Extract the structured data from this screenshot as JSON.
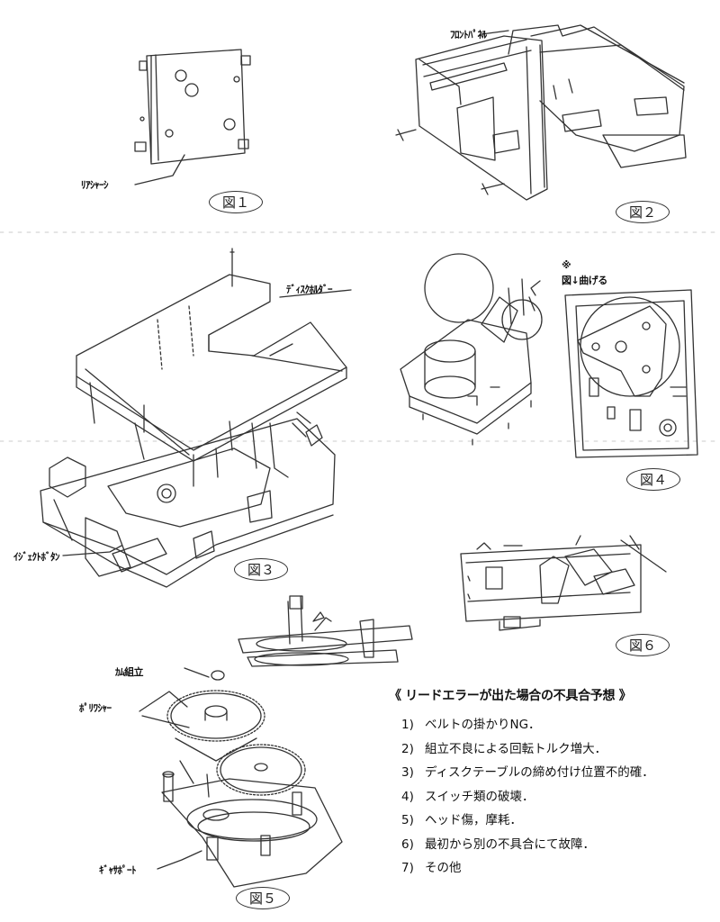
{
  "labels": {
    "rear_chassis": "ﾘｱｼｬｰｼ",
    "front_panel": "ﾌﾛﾝﾄﾊﾟﾈﾙ",
    "disk_holder": "ﾃﾞｨｽｸﾎﾙﾀﾞｰ",
    "eject_button": "ｲｼﾞｪｸﾄﾎﾞﾀﾝ",
    "bend_note_mark": "※",
    "bend_note": "図↓曲げる",
    "cam_assembly": "ｶﾑ組立",
    "poly_washer": "ﾎﾟﾘﾜｼｬｰ",
    "gear_support": "ｷﾞｬｻﾎﾟｰﾄ"
  },
  "figures": [
    "図１",
    "図２",
    "図３",
    "図４",
    "図５",
    "図６"
  ],
  "notes": {
    "title": "《 リードエラーが出た場合の不具合予想 》",
    "items": [
      {
        "num": "1)",
        "text": "ベルトの掛かりNG．"
      },
      {
        "num": "2)",
        "text": "組立不良による回転トルク増大．"
      },
      {
        "num": "3)",
        "text": "ディスクテーブルの締め付け位置不的確．"
      },
      {
        "num": "4)",
        "text": "スイッチ類の破壊．"
      },
      {
        "num": "5)",
        "text": "ヘッド傷，摩耗．"
      },
      {
        "num": "6)",
        "text": "最初から別の不具合にて故障．"
      },
      {
        "num": "7)",
        "text": "その他"
      }
    ]
  }
}
